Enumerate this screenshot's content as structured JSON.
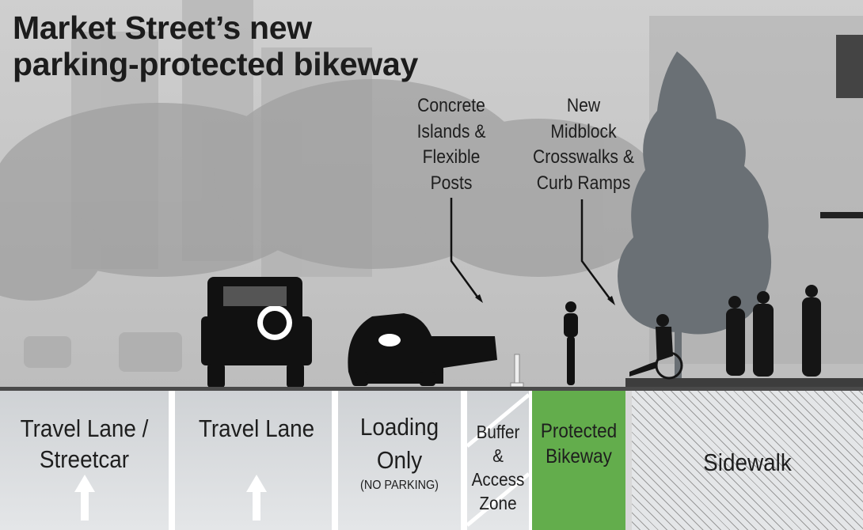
{
  "title": [
    "Market Street’s new",
    "parking-protected bikeway"
  ],
  "annotations": {
    "islands": [
      "Concrete",
      "Islands &",
      "Flexible",
      "Posts"
    ],
    "crosswalks": [
      "New",
      "Midblock",
      "Crosswalks &",
      "Curb Ramps"
    ]
  },
  "lanes": {
    "travel_streetcar": [
      "Travel Lane /",
      "Streetcar"
    ],
    "travel": "Travel Lane",
    "loading": [
      "Loading",
      "Only"
    ],
    "loading_note": "(NO PARKING)",
    "buffer": [
      "Buffer",
      "&",
      "Access",
      "Zone"
    ],
    "bikeway": [
      "Protected",
      "Bikeway"
    ],
    "sidewalk": "Sidewalk"
  },
  "colors": {
    "bikeway": "#63ad4c",
    "lane": "#dadcde",
    "tree": "#6a7075"
  }
}
